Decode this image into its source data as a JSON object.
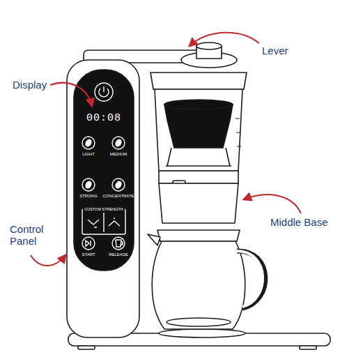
{
  "diagram": {
    "labels": [
      "Lever",
      "Display",
      "Control Panel",
      "Middle Base",
      "00:08",
      "LIGHT",
      "MEDIUM",
      "STRONG",
      "CONCENTRATE",
      "CUSTOM STRENGTH",
      "START",
      "RELEASE"
    ]
  }
}
